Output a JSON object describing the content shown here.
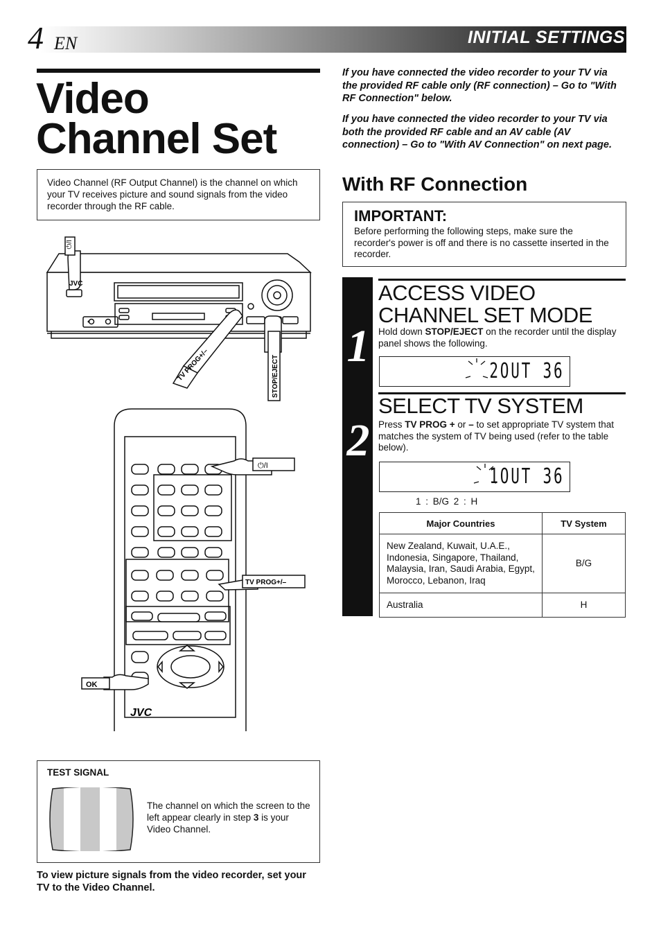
{
  "header": {
    "page_number": "4",
    "language": "EN",
    "section": "INITIAL SETTINGS"
  },
  "title": {
    "line1": "Video",
    "line2": "Channel Set"
  },
  "intro": "Video Channel (RF Output Channel) is the channel on which your TV receives picture and sound signals from the video recorder through the RF cable.",
  "figure_labels": {
    "power": "⏻/I",
    "tv_prog": "TV PROG+/–",
    "stop_eject": "STOP/EJECT",
    "remote_tv_prog": "TV PROG+/–",
    "ok": "OK",
    "brand": "JVC",
    "remote_brand": "JVC"
  },
  "test_signal": {
    "title": "TEST SIGNAL",
    "text_before": "The channel on which the screen to the left appear clearly in step ",
    "step": "3",
    "text_after": " is your Video Channel."
  },
  "bottom_note": "To view picture signals from the video recorder, set your TV to the Video Channel.",
  "notes": {
    "rf_only": "If you have connected the video recorder to your TV via the provided RF cable only (RF connection) – Go to \"With RF Connection\" below.",
    "rf_av": "If you have connected the video recorder to your TV via both the provided RF cable and an AV cable (AV connection) – Go to \"With AV Connection\" on next page."
  },
  "rf_heading": "With RF Connection",
  "important": {
    "title": "IMPORTANT:",
    "text": "Before performing the following steps, make sure the recorder's power is off and there is no cassette inserted in the recorder."
  },
  "steps": [
    {
      "number": "1",
      "heading": "ACCESS VIDEO CHANNEL SET MODE",
      "text_before": "Hold down ",
      "bold": "STOP/EJECT",
      "text_after": " on the recorder until the display panel shows the following.",
      "display": "2OUT 36"
    },
    {
      "number": "2",
      "heading": "SELECT TV SYSTEM",
      "text_before": "Press ",
      "bold": "TV PROG +",
      "text_mid": " or ",
      "bold2": "–",
      "text_after": " to set appropriate TV system that matches the system of TV being used (refer to the table below).",
      "display": "1OUT 36",
      "legend": "1 : B/G    2 : H"
    }
  ],
  "table": {
    "headers": [
      "Major Countries",
      "TV System"
    ],
    "rows": [
      [
        "New Zealand, Kuwait, U.A.E., Indonesia, Singapore, Thailand, Malaysia, Iran, Saudi Arabia, Egypt, Morocco, Lebanon, Iraq",
        "B/G"
      ],
      [
        "Australia",
        "H"
      ]
    ]
  }
}
